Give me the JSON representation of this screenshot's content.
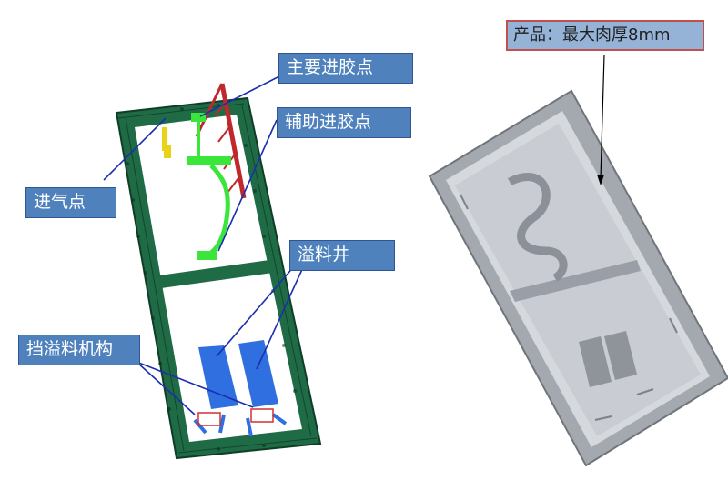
{
  "callouts": {
    "main_gate": "主要进胶点",
    "aux_gate": "辅助进胶点",
    "vent": "进气点",
    "overflow_well": "溢料井",
    "overflow_stop": "挡溢料机构"
  },
  "product": {
    "label": "产品：最大肉厚8mm"
  },
  "colors": {
    "callout_fill": "#4f81bd",
    "callout_border": "#2f5597",
    "product_label_fill": "#95b3d7",
    "product_label_border": "#c0504d",
    "mesh_green": "#1e6b45",
    "runner_green": "#39e639",
    "runner_red": "#c0282d",
    "vent_yellow": "#e8d21a",
    "overflow_blue": "#2f6fe0",
    "product_gray": "#9a9ea6"
  }
}
